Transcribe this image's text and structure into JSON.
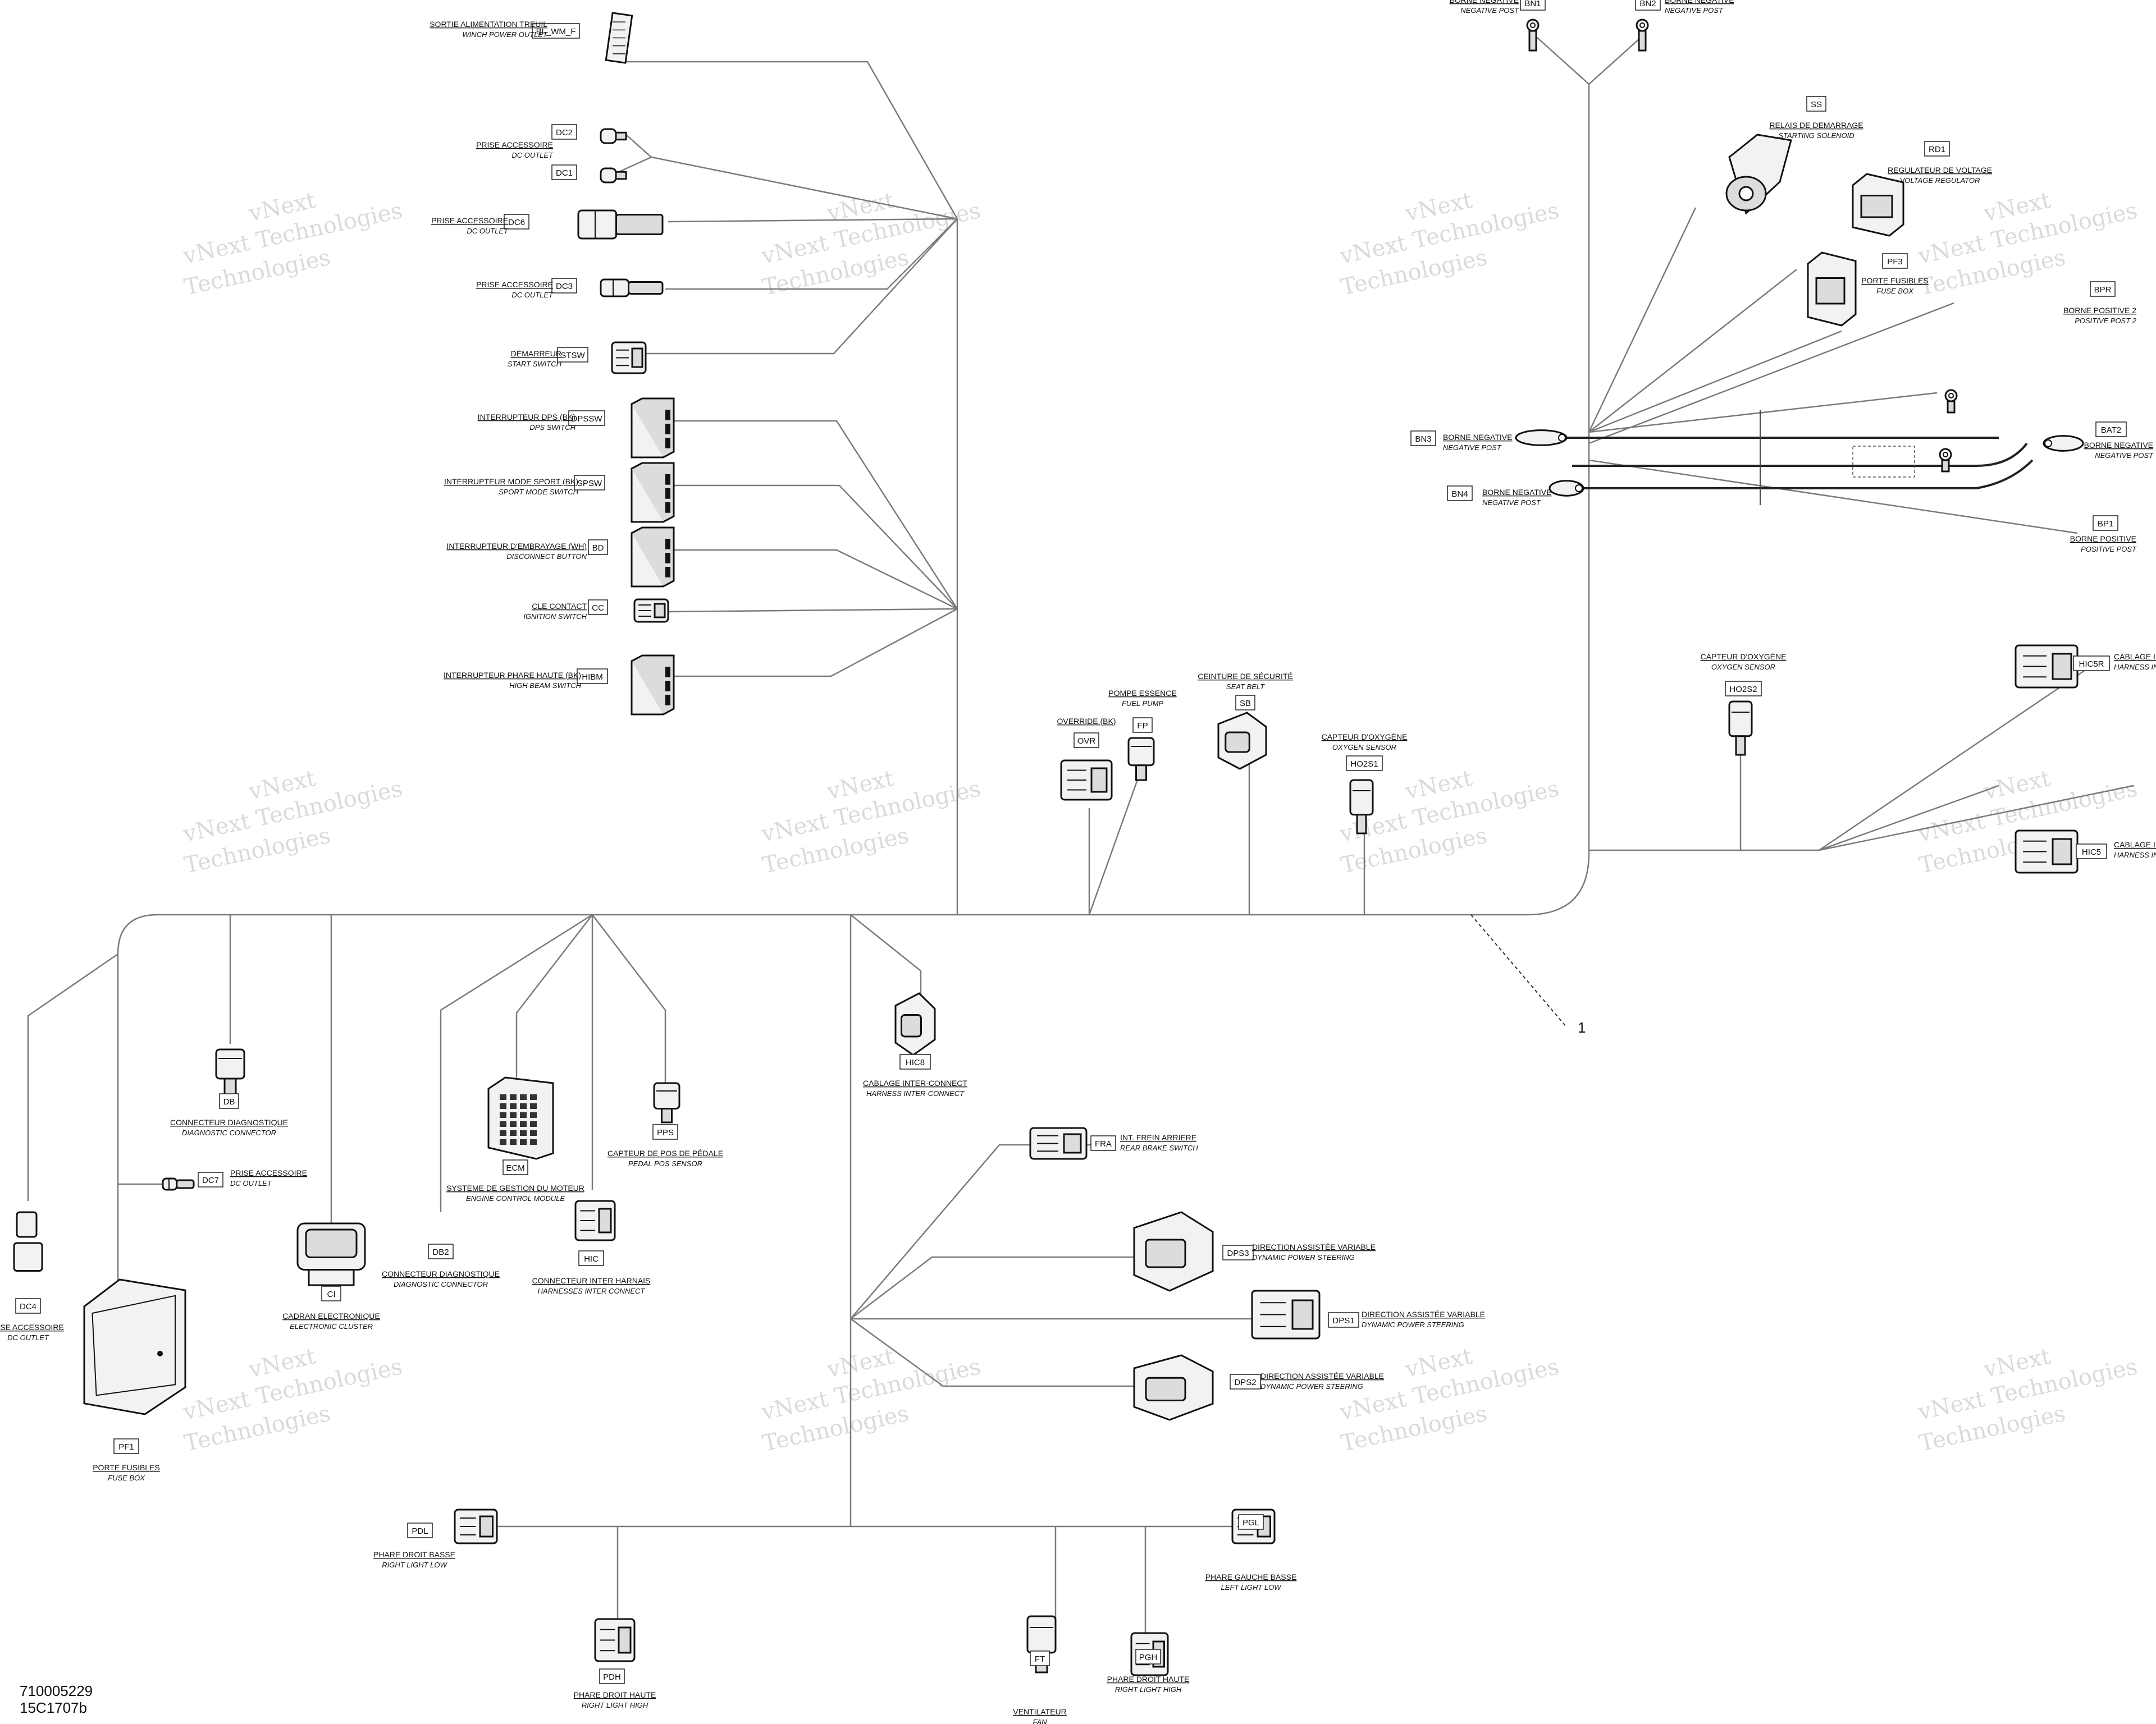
{
  "watermark": "vNext Technologies",
  "document": {
    "part_number": "710005229",
    "figure_code": "15C1707b"
  },
  "callout": "1",
  "components": [
    {
      "id": "bl_wm_f",
      "tag": "BL_WM_F",
      "fr": "SORTIE ALIMENTATION TREUIL",
      "en": "WINCH POWER OUTLET"
    },
    {
      "id": "dc2",
      "tag": "DC2",
      "fr": "PRISE ACCESSOIRE",
      "en": "DC OUTLET"
    },
    {
      "id": "dc1",
      "tag": "DC1",
      "fr": "",
      "en": ""
    },
    {
      "id": "dc6",
      "tag": "DC6",
      "fr": "PRISE ACCESSOIRE",
      "en": "DC OUTLET"
    },
    {
      "id": "dc3",
      "tag": "DC3",
      "fr": "PRISE ACCESSOIRE",
      "en": "DC OUTLET"
    },
    {
      "id": "stsw",
      "tag": "STSW",
      "fr": "DÉMARREUR",
      "en": "START SWITCH"
    },
    {
      "id": "dpssw",
      "tag": "DPSSW",
      "fr": "INTERRUPTEUR DPS (BK)",
      "en": "DPS SWITCH"
    },
    {
      "id": "spsw",
      "tag": "SPSW",
      "fr": "INTERRUPTEUR MODE SPORT (BK)",
      "en": "SPORT MODE SWITCH"
    },
    {
      "id": "bd",
      "tag": "BD",
      "fr": "INTERRUPTEUR D'EMBRAYAGE (WH)",
      "en": "DISCONNECT BUTTON"
    },
    {
      "id": "cc",
      "tag": "CC",
      "fr": "CLE CONTACT",
      "en": "IGNITION SWITCH"
    },
    {
      "id": "hibm",
      "tag": "HIBM",
      "fr": "INTERRUPTEUR PHARE HAUTE (BK)",
      "en": "HIGH BEAM SWITCH"
    },
    {
      "id": "bn1",
      "tag": "BN1",
      "fr": "BORNE NEGATIVE",
      "en": "NEGATIVE POST"
    },
    {
      "id": "bn2",
      "tag": "BN2",
      "fr": "BORNE NEGATIVE",
      "en": "NEGATIVE POST"
    },
    {
      "id": "ss",
      "tag": "SS",
      "fr": "RELAIS DE DEMARRAGE",
      "en": "STARTING SOLENOID"
    },
    {
      "id": "rd1",
      "tag": "RD1",
      "fr": "REGULATEUR DE VOLTAGE",
      "en": "VOLTAGE REGULATOR"
    },
    {
      "id": "pf3",
      "tag": "PF3",
      "fr": "PORTE FUSIBLES",
      "en": "FUSE BOX"
    },
    {
      "id": "bpr",
      "tag": "BPR",
      "fr": "BORNE POSITIVE 2",
      "en": "POSITIVE POST 2"
    },
    {
      "id": "bn3",
      "tag": "BN3",
      "fr": "BORNE NEGATIVE",
      "en": "NEGATIVE POST"
    },
    {
      "id": "bat2",
      "tag": "BAT2",
      "fr": "BORNE NEGATIVE",
      "en": "NEGATIVE POST"
    },
    {
      "id": "bn4",
      "tag": "BN4",
      "fr": "BORNE NEGATIVE",
      "en": "NEGATIVE POST"
    },
    {
      "id": "bp1",
      "tag": "BP1",
      "fr": "BORNE POSITIVE",
      "en": "POSITIVE POST"
    },
    {
      "id": "ho2s2",
      "tag": "HO2S2",
      "fr": "CAPTEUR D'OXYGÈNE",
      "en": "OXYGEN SENSOR"
    },
    {
      "id": "hic5r",
      "tag": "HIC5R",
      "fr": "CABLAGE IN",
      "en": "HARNESS IN"
    },
    {
      "id": "hic5",
      "tag": "HIC5",
      "fr": "CABLAGE IN",
      "en": "HARNESS IN"
    },
    {
      "id": "ovr",
      "tag": "OVR",
      "fr": "OVERRIDE (BK)",
      "en": ""
    },
    {
      "id": "fp",
      "tag": "FP",
      "fr": "POMPE ESSENCE",
      "en": "FUEL PUMP"
    },
    {
      "id": "sb",
      "tag": "SB",
      "fr": "CEINTURE DE SÉCURITÉ",
      "en": "SEAT BELT"
    },
    {
      "id": "ho2s1",
      "tag": "HO2S1",
      "fr": "CAPTEUR D'OXYGÈNE",
      "en": "OXYGEN SENSOR"
    },
    {
      "id": "db",
      "tag": "DB",
      "fr": "CONNECTEUR DIAGNOSTIQUE",
      "en": "DIAGNOSTIC CONNECTOR"
    },
    {
      "id": "dc7",
      "tag": "DC7",
      "fr": "PRISE ACCESSOIRE",
      "en": "DC OUTLET"
    },
    {
      "id": "dc4",
      "tag": "DC4",
      "fr": "RISE ACCESSOIRE",
      "en": "DC OUTLET"
    },
    {
      "id": "pf1",
      "tag": "PF1",
      "fr": "PORTE FUSIBLES",
      "en": "FUSE BOX"
    },
    {
      "id": "ci",
      "tag": "CI",
      "fr": "CADRAN ELECTRONIQUE",
      "en": "ELECTRONIC CLUSTER"
    },
    {
      "id": "db2",
      "tag": "DB2",
      "fr": "CONNECTEUR DIAGNOSTIQUE",
      "en": "DIAGNOSTIC CONNECTOR"
    },
    {
      "id": "ecm",
      "tag": "ECM",
      "fr": "SYSTEME DE GESTION DU MOTEUR",
      "en": "ENGINE CONTROL MODULE"
    },
    {
      "id": "hic",
      "tag": "HIC",
      "fr": "CONNECTEUR INTER HARNAIS",
      "en": "HARNESSES INTER CONNECT"
    },
    {
      "id": "pps",
      "tag": "PPS",
      "fr": "CAPTEUR DE POS DE PÉDALE",
      "en": "PEDAL POS SENSOR"
    },
    {
      "id": "hic8",
      "tag": "HIC8",
      "fr": "CABLAGE INTER-CONNECT",
      "en": "HARNESS INTER-CONNECT"
    },
    {
      "id": "fra",
      "tag": "FRA",
      "fr": "INT. FREIN ARRIERE",
      "en": "REAR BRAKE SWITCH"
    },
    {
      "id": "dps3",
      "tag": "DPS3",
      "fr": "DIRECTION ASSISTÉE VARIABLE",
      "en": "DYNAMIC POWER STEERING"
    },
    {
      "id": "dps1",
      "tag": "DPS1",
      "fr": "DIRECTION ASSISTÉE VARIABLE",
      "en": "DYNAMIC POWER STEERING"
    },
    {
      "id": "dps2",
      "tag": "DPS2",
      "fr": "DIRECTION ASSISTÉE VARIABLE",
      "en": "DYNAMIC POWER STEERING"
    },
    {
      "id": "pdl",
      "tag": "PDL",
      "fr": "PHARE DROIT BASSE",
      "en": "RIGHT LIGHT LOW"
    },
    {
      "id": "pgl",
      "tag": "PGL",
      "fr": "PHARE GAUCHE BASSE",
      "en": "LEFT LIGHT LOW"
    },
    {
      "id": "pdh",
      "tag": "PDH",
      "fr": "PHARE DROIT HAUTE",
      "en": "RIGHT LIGHT HIGH"
    },
    {
      "id": "ft",
      "tag": "FT",
      "fr": "VENTILATEUR",
      "en": "FAN"
    },
    {
      "id": "pgh",
      "tag": "PGH",
      "fr": "PHARE DROIT HAUTE",
      "en": "RIGHT LIGHT HIGH"
    }
  ]
}
